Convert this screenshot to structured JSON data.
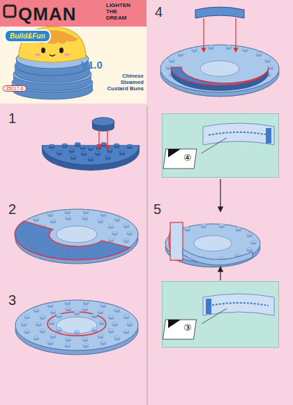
{
  "diagram": {
    "title": "Chinese Steamed Custard Buns",
    "nodes": [
      {
        "text": [
          "Build&Fun"
        ]
      },
      {
        "text": [
          "④"
        ]
      },
      {
        "text": [
          "③"
        ]
      }
    ],
    "labels": [
      "QMAN",
      "LIGHTEN THE DREAM",
      "V1.0",
      "35017-6",
      "1",
      "2",
      "3",
      "4",
      "5"
    ]
  }
}
